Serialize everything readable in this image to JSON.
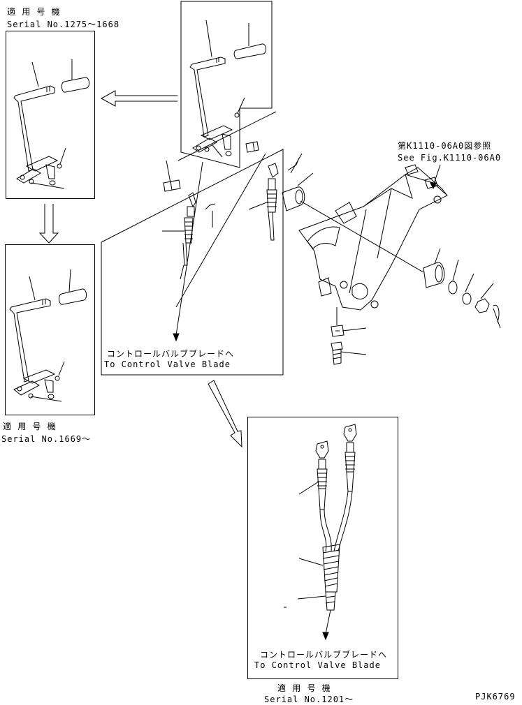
{
  "labels": {
    "top_left_applicable": "適 用 号 機",
    "top_left_serial": "Serial No.1275～1668",
    "mid_left_applicable": "適 用 号 機",
    "mid_left_serial": "Serial No.1669～",
    "see_fig_jp": "第K1110-06A0図参照",
    "see_fig_en": "See Fig.K1110-06A0",
    "main_dest_jp": "コントロールバルブブレードへ",
    "main_dest_en": "To Control Valve Blade",
    "lower_dest_jp": "コントロールバルブブレードへ",
    "lower_dest_en": "To Control Valve Blade",
    "lower_applicable": "適 用 号 機",
    "lower_serial": "Serial No.1201～",
    "drawing_code": "PJK6769"
  }
}
